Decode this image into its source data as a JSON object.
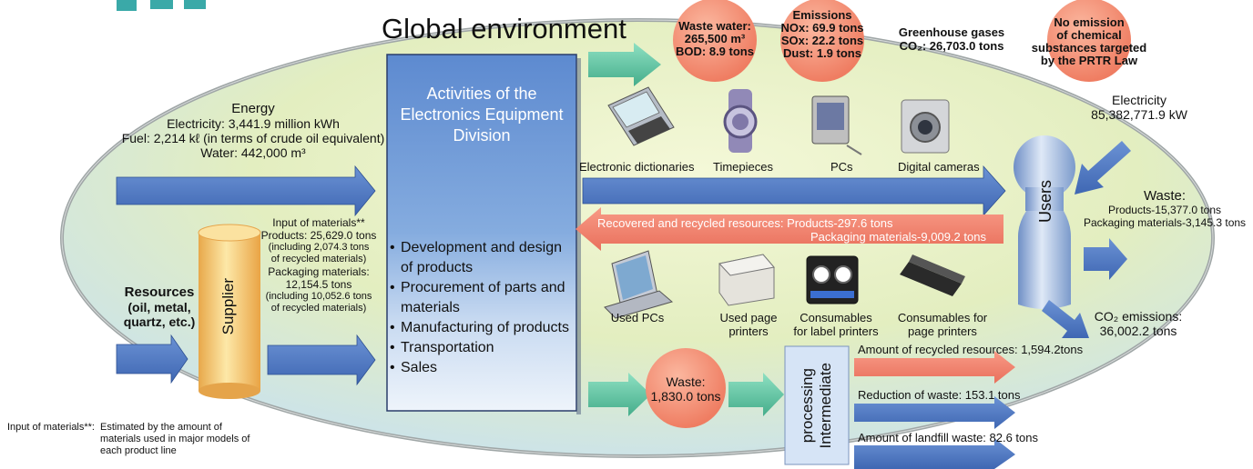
{
  "title": "Global environment",
  "colors": {
    "arrow_blue": "#4f79c3",
    "arrow_teal": "#5cbf9e",
    "arrow_salmon": "#f07f6b",
    "circle_salmon": "#f28c74",
    "activity_box": "#6f9ad6",
    "ellipse_fill": "#eaf2c7",
    "supplier": "#f6c46e"
  },
  "energy": {
    "heading": "Energy",
    "electricity": "Electricity: 3,441.9 million kWh",
    "fuel": "Fuel: 2,214 kℓ (in terms of crude oil equivalent)",
    "water": "Water: 442,000 m³"
  },
  "activities": {
    "title": "Activities of the Electronics Equipment Division",
    "items": [
      "Development and design of products",
      "Procurement of parts and materials",
      "Manufacturing of products",
      "Transportation",
      "Sales"
    ]
  },
  "outputs": {
    "waste_water": {
      "line1": "Waste water:",
      "line2": "265,500 m³",
      "line3": "BOD: 8.9 tons"
    },
    "emissions": {
      "line1": "Emissions",
      "line2": "NOx: 69.9 tons",
      "line3": "SOx: 22.2 tons",
      "line4": "Dust: 1.9 tons"
    },
    "ghg": {
      "line1": "Greenhouse gases",
      "line2": "CO₂: 26,703.0 tons"
    },
    "prtr": {
      "line1": "No emission",
      "line2": "of chemical",
      "line3": "substances targeted",
      "line4": "by the PRTR Law"
    }
  },
  "products": [
    "Electronic dictionaries",
    "Timepieces",
    "PCs",
    "Digital cameras"
  ],
  "recovered": {
    "line1": "Recovered and recycled resources:  Products-297.6 tons",
    "line2": "Packaging materials-9,009.2 tons"
  },
  "recovered_items": [
    "Used PCs",
    "Used page printers",
    "Consumables for label printers",
    "Consumables for page printers"
  ],
  "users": {
    "label": "Users",
    "electricity_heading": "Electricity",
    "electricity_value": "85,382,771.9 kW",
    "waste_heading": "Waste:",
    "waste_products": "Products-15,377.0 tons",
    "waste_packaging": "Packaging materials-3,145.3 tons",
    "co2_heading": "CO₂ emissions:",
    "co2_value": "36,002.2 tons"
  },
  "resources": {
    "line1": "Resources",
    "line2": "(oil, metal,",
    "line3": "quartz, etc.)"
  },
  "supplier": "Supplier",
  "input": {
    "heading": "Input of materials**",
    "products": "Products: 25,629.0 tons",
    "products_note1": "(including 2,074.3 tons",
    "products_note2": "of recycled materials)",
    "packaging": "Packaging materials:",
    "packaging_value": "12,154.5 tons",
    "packaging_note1": "(including 10,052.6 tons",
    "packaging_note2": "of recycled materials)"
  },
  "waste_circle": {
    "line1": "Waste:",
    "line2": "1,830.0 tons"
  },
  "intermediate": {
    "line1": "Intermediate",
    "line2": "processing"
  },
  "processing": {
    "recycled": "Amount of recycled resources: 1,594.2tons",
    "reduction": "Reduction of waste: 153.1 tons",
    "landfill": "Amount of landfill waste: 82.6 tons"
  },
  "footnote": {
    "label": "Input of materials**:",
    "text1": "Estimated by the amount of",
    "text2": "materials used in major models of",
    "text3": "each product line"
  }
}
